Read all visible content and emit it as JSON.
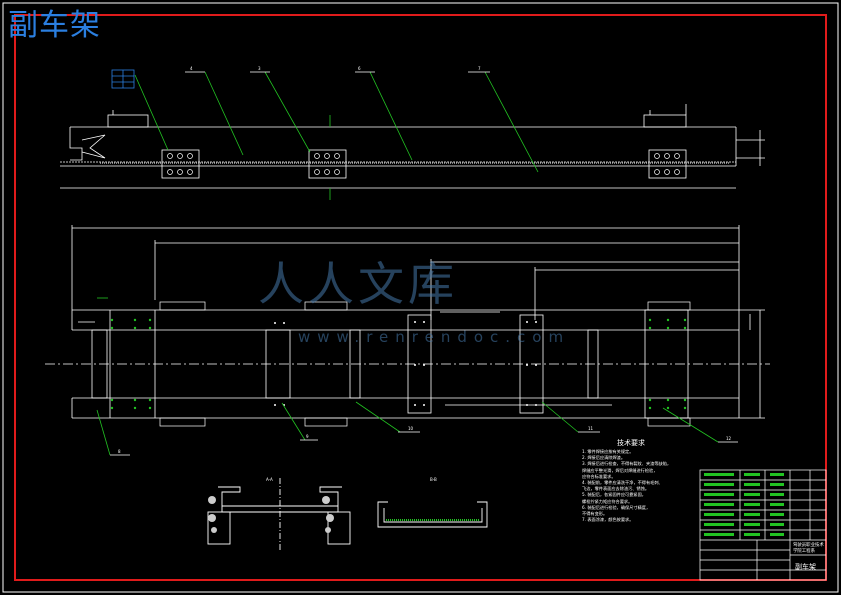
{
  "drawing": {
    "title": "副车架",
    "watermark": "人人文库",
    "watermark_url": "www.renrendoc.com",
    "colors": {
      "background": "#000000",
      "frame": "#e01b1b",
      "lines": "#ffffff",
      "leaders": "#22c322",
      "title_text": "#2b7fe0"
    }
  },
  "callouts": {
    "top_view": [
      "4",
      "3",
      "6",
      "7"
    ],
    "plan_view": [
      "8",
      "9",
      "10",
      "11",
      "12"
    ]
  },
  "section_labels": [
    "A-A",
    "B-B"
  ],
  "technical_requirements": {
    "title": "技术要求",
    "items": [
      "1. 零件焊接应按有关规定。",
      "2. 焊接后应清除焊渣。",
      "3. 焊接后进行检查，不得有裂纹、夹渣等缺陷，",
      "   焊缝应平整光滑，焊后对焊缝进行检验，",
      "   应符合标准要求。",
      "4. 装配前，零件应清洗干净，不得有毛刺、",
      "   飞边，零件表面应去除油污、锈蚀。",
      "5. 装配后，各紧固件应可靠紧固，",
      "   螺栓拧紧力矩应符合要求。",
      "6. 装配后进行检验，确保尺寸精度，",
      "   不得有变形。",
      "7. 表面涂漆，颜色按要求。"
    ]
  },
  "title_block": {
    "part_name": "副车架",
    "company_line1": "驾驶员职业技术",
    "company_line2": "学院工程系"
  }
}
